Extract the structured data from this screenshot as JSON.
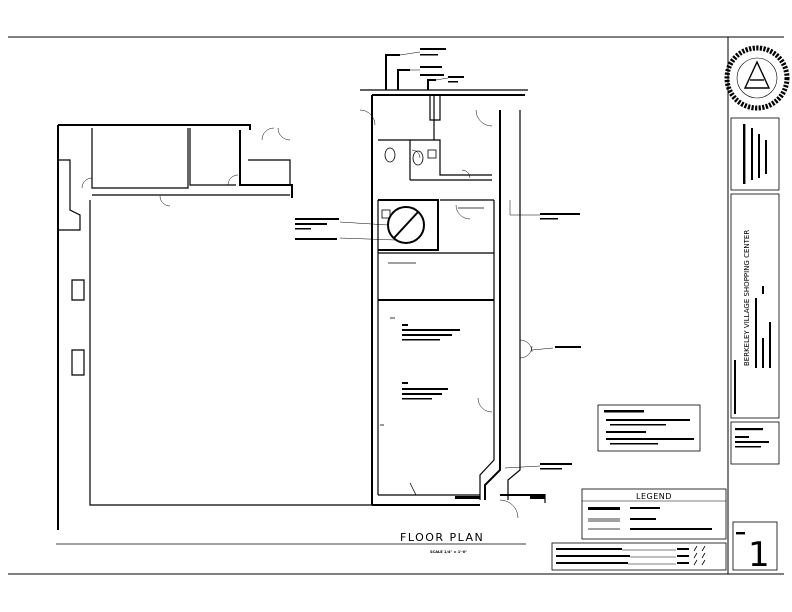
{
  "drawing": {
    "title": "FLOOR PLAN",
    "scale_note": "SCALE 1/4\" = 1'-0\""
  },
  "title_block": {
    "project_name": "BERKELEY VILLAGE SHOPPING CENTER",
    "sheet_number": "1"
  },
  "legend": {
    "title": "LEGEND"
  },
  "colors": {
    "line": "#000000",
    "paper": "#ffffff"
  }
}
